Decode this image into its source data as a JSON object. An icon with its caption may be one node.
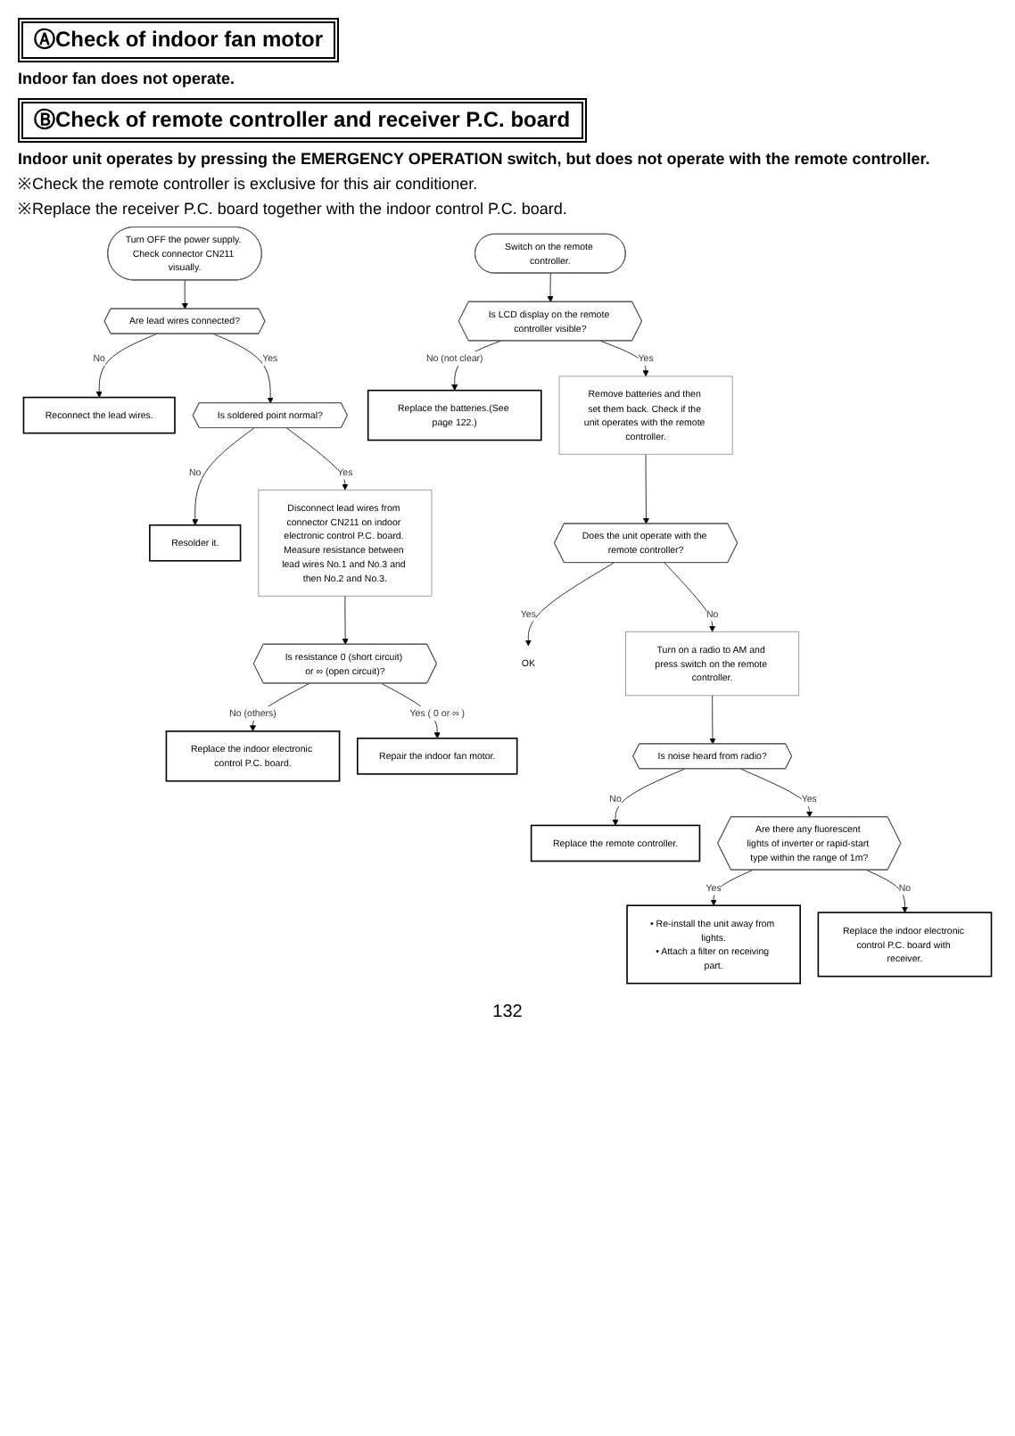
{
  "diagram": {
    "nodes": [
      {
        "text": [
          "Turn OFF the power supply. Check connector CN211 visually."
        ]
      },
      {
        "text": [
          "Are lead wires connected?"
        ]
      },
      {
        "text": [
          "Reconnect the lead wires."
        ]
      },
      {
        "text": [
          "Is soldered point normal?"
        ]
      },
      {
        "text": [
          "Resolder it."
        ]
      },
      {
        "text": [
          "Disconnect lead wires from connector CN211 on indoor electronic control P.C. board. Measure resistance between lead wires No.1 and No.3 and then No.2 and No.3."
        ]
      },
      {
        "text": [
          "Is resistance 0 (short circuit) or ∞ (open circuit)?"
        ]
      },
      {
        "text": [
          "Replace the indoor electronic control P.C. board."
        ]
      },
      {
        "text": [
          "Repair the indoor fan motor."
        ]
      },
      {
        "text": [
          "Switch on the remote controller."
        ]
      },
      {
        "text": [
          "Is LCD display on the remote controller visible?"
        ]
      },
      {
        "text": [
          "Replace the batteries.(See page 122.)"
        ]
      },
      {
        "text": [
          "Remove batteries and then set them back. Check if the unit operates with the remote controller."
        ]
      },
      {
        "text": [
          "Does the unit operate with the remote controller?"
        ]
      },
      {
        "text": [
          "OK"
        ]
      },
      {
        "text": [
          "Turn on a radio to AM and press switch on the remote controller."
        ]
      },
      {
        "text": [
          "Is noise heard from radio?"
        ]
      },
      {
        "text": [
          "Replace the remote controller."
        ]
      },
      {
        "text": [
          "Are there any fluorescent lights of inverter or rapid-start type within the range of 1m?"
        ]
      },
      {
        "text": [
          "• Re-install the unit away from lights.",
          "• Attach a filter on receiving part."
        ]
      },
      {
        "text": [
          "Replace the indoor electronic control P.C. board with receiver."
        ]
      }
    ],
    "edges": [
      {
        "from": 0,
        "to": 1,
        "arrow": "to"
      },
      {
        "from": 1,
        "to": 2,
        "arrow": "to",
        "label": "No"
      },
      {
        "from": 1,
        "to": 3,
        "arrow": "to",
        "label": "Yes"
      },
      {
        "from": 3,
        "to": 4,
        "arrow": "to",
        "label": "No"
      },
      {
        "from": 3,
        "to": 5,
        "arrow": "to",
        "label": "Yes"
      },
      {
        "from": 5,
        "to": 6,
        "arrow": "to"
      },
      {
        "from": 6,
        "to": 7,
        "arrow": "to",
        "label": "No (others)"
      },
      {
        "from": 6,
        "to": 8,
        "arrow": "to",
        "label": "Yes ( 0 or ∞ )"
      },
      {
        "from": 9,
        "to": 10,
        "arrow": "to"
      },
      {
        "from": 10,
        "to": 11,
        "arrow": "to",
        "label": "No (not clear)"
      },
      {
        "from": 10,
        "to": 12,
        "arrow": "to",
        "label": "Yes"
      },
      {
        "from": 12,
        "to": 13,
        "arrow": "to"
      },
      {
        "from": 13,
        "to": 15,
        "arrow": "to",
        "label": "No"
      },
      {
        "from": 13,
        "to": 14,
        "arrow": "to",
        "label": "Yes"
      },
      {
        "from": 15,
        "to": 16,
        "arrow": "to"
      },
      {
        "from": 16,
        "to": 17,
        "arrow": "to",
        "label": "No"
      },
      {
        "from": 16,
        "to": 18,
        "arrow": "to",
        "label": "Yes"
      },
      {
        "from": 18,
        "to": 19,
        "arrow": "to",
        "label": "Yes"
      },
      {
        "from": 18,
        "to": 20,
        "arrow": "to",
        "label": "No"
      }
    ],
    "labels": [
      "ⒶCheck of indoor fan motor",
      "Indoor fan does not operate.",
      "ⒷCheck of remote controller and receiver P.C. board",
      "Indoor unit operates by pressing the EMERGENCY OPERATION switch, but does not operate with the remote controller.",
      "※Check the remote controller is exclusive for this air conditioner.",
      "※Replace the receiver P.C. board together with the indoor control P.C. board.",
      "132"
    ]
  }
}
